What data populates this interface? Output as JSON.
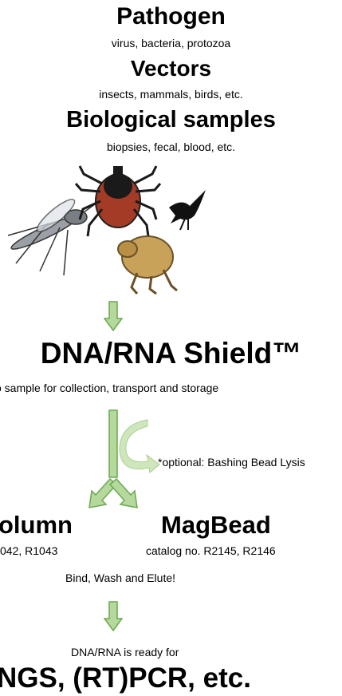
{
  "headings": {
    "pathogen": {
      "title": "Pathogen",
      "subtitle": "virus, bacteria, protozoa"
    },
    "vectors": {
      "title": "Vectors",
      "subtitle": "insects, mammals, birds, etc."
    },
    "samples": {
      "title": "Biological samples",
      "subtitle": "biopsies, fecal, blood, etc."
    }
  },
  "shield": {
    "title": "DNA/RNA Shield™",
    "subtitle": "o sample for collection, transport and storage"
  },
  "optional_step": "*optional: Bashing Bead Lysis",
  "branches": {
    "column": {
      "title": "olumn",
      "catalog": "042, R1043"
    },
    "magbead": {
      "title": "MagBead",
      "catalog": "catalog no. R2145, R2146"
    }
  },
  "bind_text": "Bind, Wash and Elute!",
  "ready_text": "DNA/RNA is ready for",
  "final": "NGS, (RT)PCR, etc.",
  "icons": [
    "mosquito-icon",
    "tick-icon",
    "bird-icon",
    "flea-icon"
  ],
  "colors": {
    "arrow_fill": "#b5d99c",
    "arrow_stroke": "#6aa84f"
  }
}
